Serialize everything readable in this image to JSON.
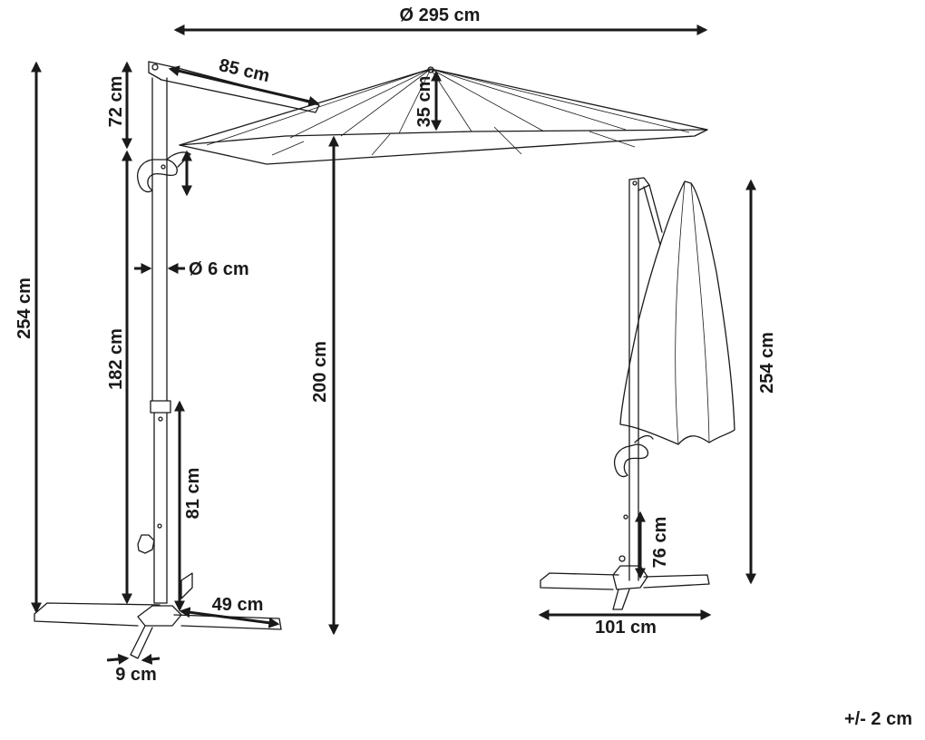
{
  "dimensions": {
    "canopy_diameter": "Ø 295 cm",
    "arm_length": "85 cm",
    "top_height": "72 cm",
    "canopy_depth": "35 cm",
    "total_height": "254 cm",
    "pole_height": "182 cm",
    "pole_diameter": "Ø 6 cm",
    "clearance": "200 cm",
    "lower_pole": "81 cm",
    "base_arm": "49 cm",
    "base_foot": "9 cm",
    "folded_height": "254 cm",
    "folded_lower": "76 cm",
    "folded_base_width": "101 cm",
    "tolerance": "+/- 2 cm"
  }
}
